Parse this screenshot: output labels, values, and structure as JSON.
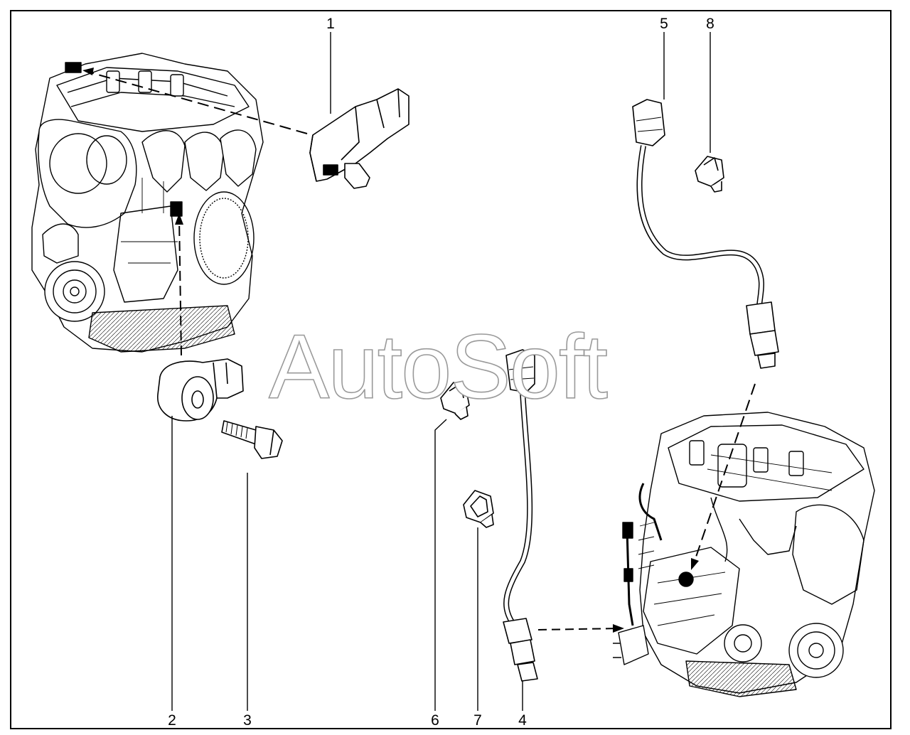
{
  "watermark": "AutoSoft",
  "callouts": [
    {
      "id": "1",
      "label": "1"
    },
    {
      "id": "2",
      "label": "2"
    },
    {
      "id": "3",
      "label": "3"
    },
    {
      "id": "4",
      "label": "4"
    },
    {
      "id": "5",
      "label": "5"
    },
    {
      "id": "6",
      "label": "6"
    },
    {
      "id": "7",
      "label": "7"
    },
    {
      "id": "8",
      "label": "8"
    }
  ],
  "colors": {
    "line": "#000000",
    "watermark_outline": "#9a9a9a",
    "background": "#ffffff"
  }
}
